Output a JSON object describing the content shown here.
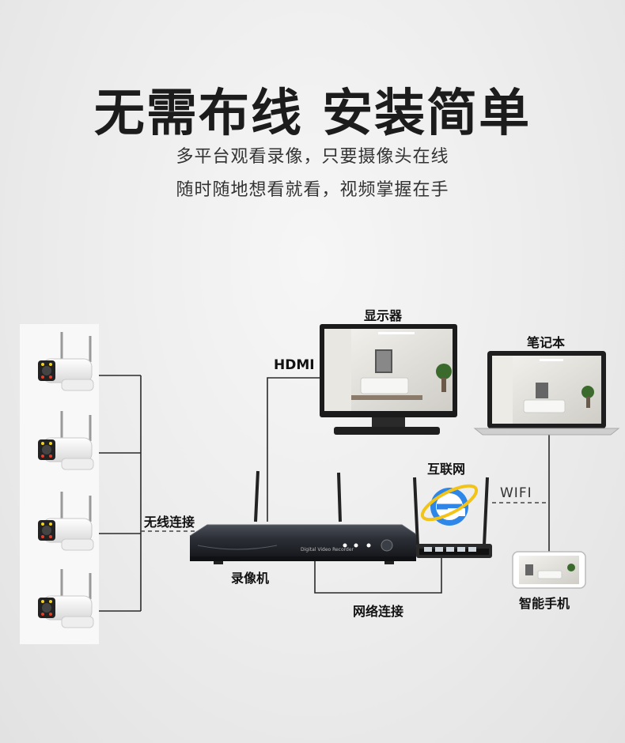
{
  "header": {
    "title": "无需布线 安装简单",
    "subtitle_line1": "多平台观看录像，只要摄像头在线",
    "subtitle_line2": "随时随地想看就看，视频掌握在手"
  },
  "labels": {
    "monitor": "显示器",
    "laptop": "笔记本",
    "hdmi": "HDMI",
    "internet": "互联网",
    "wifi": "WIFI",
    "wireless": "无线连接",
    "nvr": "录像机",
    "network": "网络连接",
    "phone": "智能手机",
    "nvr_panel": "Digital Video Recorder"
  },
  "colors": {
    "line": "#2a2a2a",
    "nvr_body": "#2b2e35",
    "ie_blue": "#1f6fd6"
  },
  "icons": {
    "camera": "camera-icon",
    "monitor": "monitor-icon",
    "laptop": "laptop-icon",
    "router": "router-icon",
    "internet": "internet-explorer-icon",
    "phone": "smartphone-icon",
    "nvr": "nvr-icon"
  }
}
